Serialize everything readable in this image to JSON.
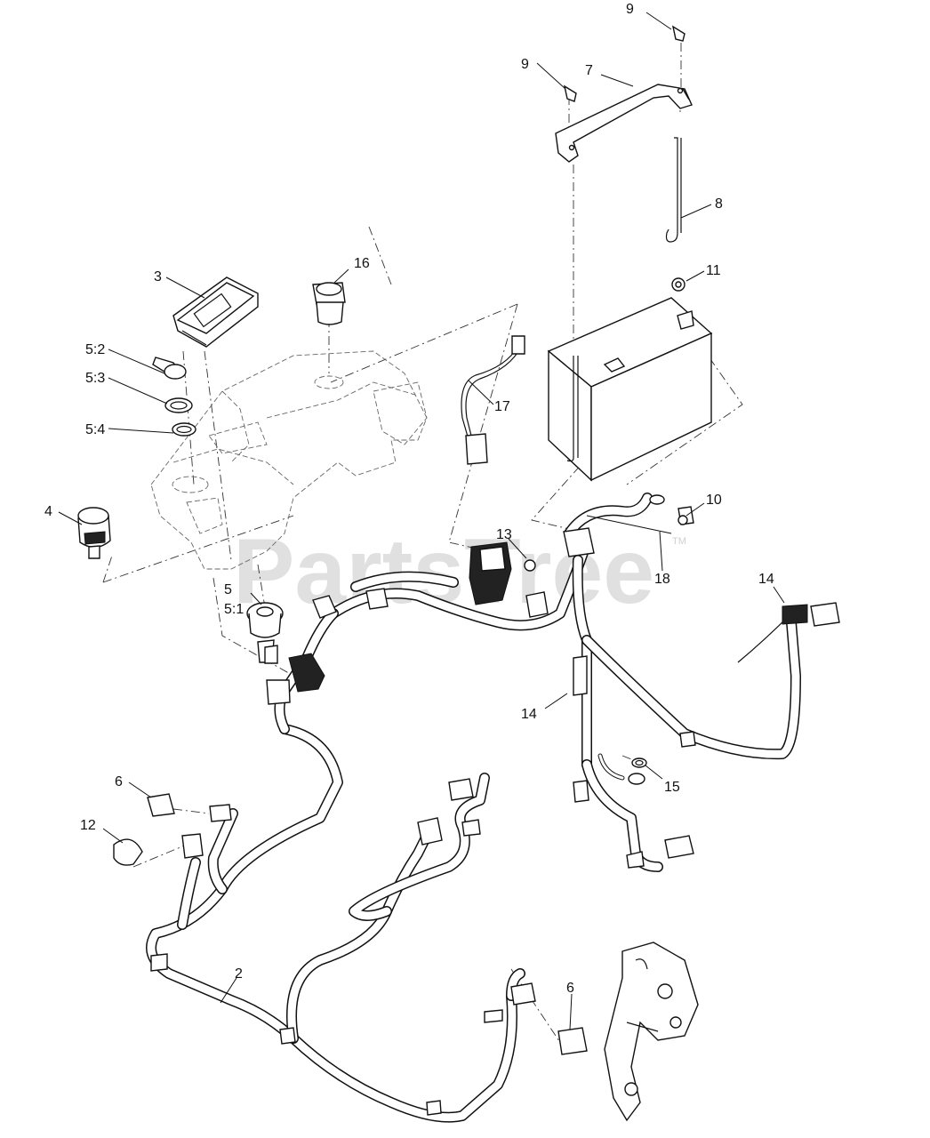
{
  "watermark": {
    "text": "PartsTree",
    "trademark": "TM"
  },
  "callouts": [
    {
      "id": "c-2",
      "label": "2"
    },
    {
      "id": "c-3",
      "label": "3"
    },
    {
      "id": "c-4",
      "label": "4"
    },
    {
      "id": "c-5",
      "label": "5"
    },
    {
      "id": "c-5-1",
      "label": "5:1"
    },
    {
      "id": "c-5-2",
      "label": "5:2"
    },
    {
      "id": "c-5-3",
      "label": "5:3"
    },
    {
      "id": "c-5-4",
      "label": "5:4"
    },
    {
      "id": "c-6a",
      "label": "6"
    },
    {
      "id": "c-6b",
      "label": "6"
    },
    {
      "id": "c-7",
      "label": "7"
    },
    {
      "id": "c-8",
      "label": "8"
    },
    {
      "id": "c-9a",
      "label": "9"
    },
    {
      "id": "c-9b",
      "label": "9"
    },
    {
      "id": "c-10",
      "label": "10"
    },
    {
      "id": "c-11",
      "label": "11"
    },
    {
      "id": "c-12",
      "label": "12"
    },
    {
      "id": "c-13",
      "label": "13"
    },
    {
      "id": "c-14a",
      "label": "14"
    },
    {
      "id": "c-14b",
      "label": "14"
    },
    {
      "id": "c-15",
      "label": "15"
    },
    {
      "id": "c-16",
      "label": "16"
    },
    {
      "id": "c-17",
      "label": "17"
    },
    {
      "id": "c-18",
      "label": "18"
    }
  ]
}
